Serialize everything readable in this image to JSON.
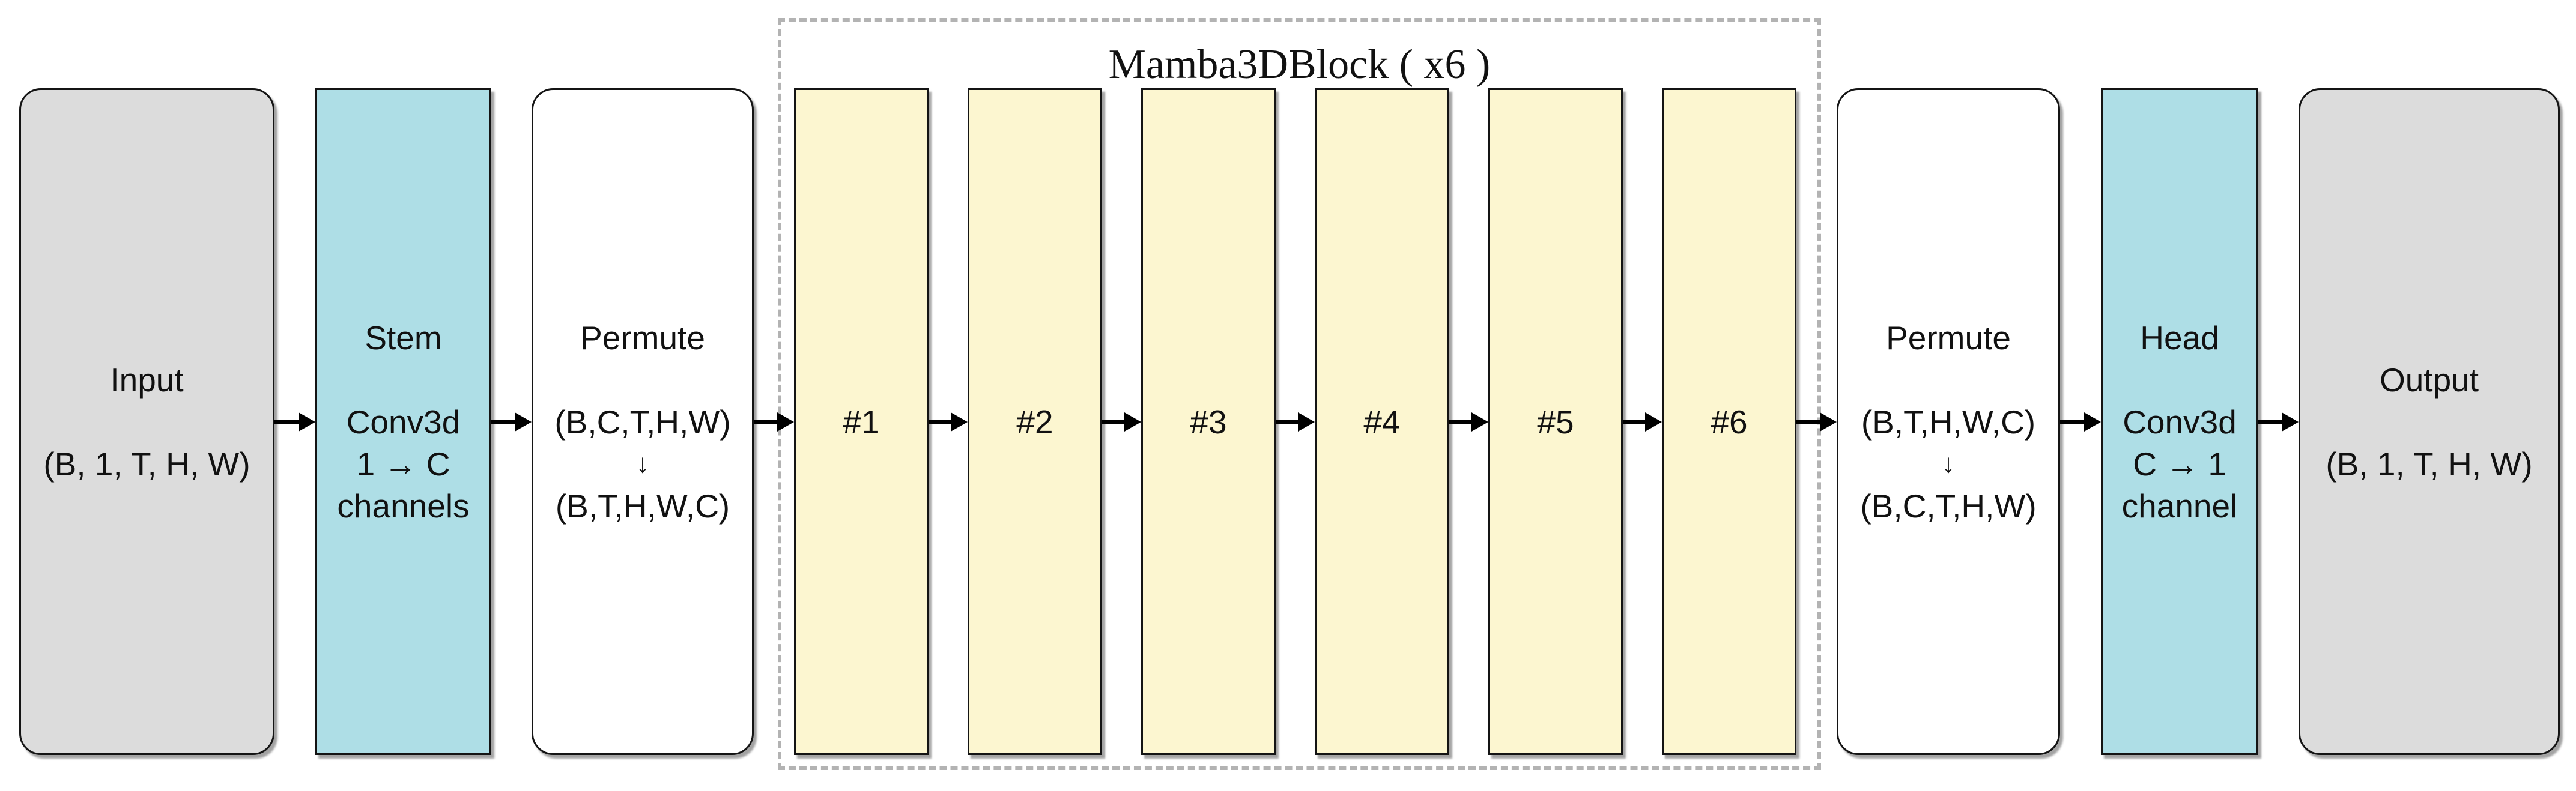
{
  "nodes": {
    "input": {
      "title": "Input",
      "shape": "(B, 1, T, H, W)"
    },
    "stem": {
      "title": "Stem",
      "op": "Conv3d",
      "channels": "1 → C",
      "channels_word": "channels"
    },
    "permute_in": {
      "title": "Permute",
      "shape_from": "(B,C,T,H,W)",
      "down_arrow": "↓",
      "shape_to": "(B,T,H,W,C)"
    },
    "mamba_group": {
      "title": "Mamba3DBlock ( x6 )",
      "blocks": [
        "#1",
        "#2",
        "#3",
        "#4",
        "#5",
        "#6"
      ]
    },
    "permute_out": {
      "title": "Permute",
      "shape_from": "(B,T,H,W,C)",
      "down_arrow": "↓",
      "shape_to": "(B,C,T,H,W)"
    },
    "head": {
      "title": "Head",
      "op": "Conv3d",
      "channels": "C → 1",
      "channels_word": "channel"
    },
    "output": {
      "title": "Output",
      "shape": "(B, 1, T, H, W)"
    }
  },
  "colors": {
    "io_fill": "#dcdcdc",
    "conv_fill": "#aedee6",
    "block_fill": "#fcf6d0",
    "box_border": "#141414",
    "group_border": "#b3b3b3",
    "arrow": "#000000",
    "text": "#111111",
    "background": "#ffffff"
  }
}
